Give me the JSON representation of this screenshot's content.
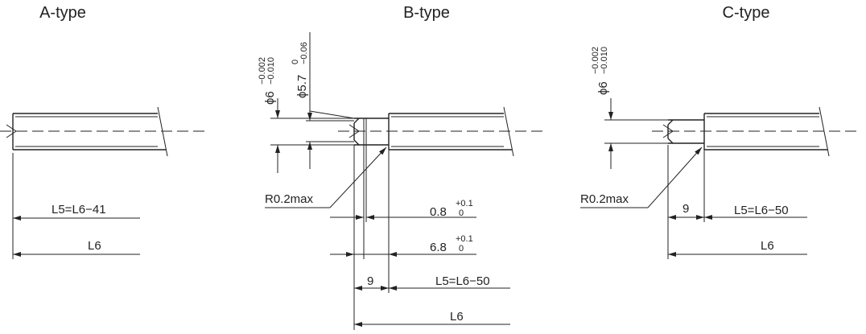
{
  "titles": {
    "a": "A-type",
    "b": "B-type",
    "c": "C-type"
  },
  "a_type": {
    "dim_l5": "L5=L6−41",
    "dim_l6": "L6"
  },
  "b_type": {
    "phi6": "ϕ6",
    "phi6_tol_top": "−0.002",
    "phi6_tol_bot": "−0.010",
    "phi57": "ϕ5.7",
    "phi57_tol_top": "0",
    "phi57_tol_bot": "−0.06",
    "radius": "R0.2max",
    "dim_08": "0.8",
    "dim_08_tol_top": "+0.1",
    "dim_08_tol_bot": "0",
    "dim_68": "6.8",
    "dim_68_tol_top": "+0.1",
    "dim_68_tol_bot": "0",
    "dim_9": "9",
    "dim_l5": "L5=L6−50",
    "dim_l6": "L6"
  },
  "c_type": {
    "phi6": "ϕ6",
    "phi6_tol_top": "−0.002",
    "phi6_tol_bot": "−0.010",
    "radius": "R0.2max",
    "dim_9": "9",
    "dim_l5": "L5=L6−50",
    "dim_l6": "L6"
  }
}
